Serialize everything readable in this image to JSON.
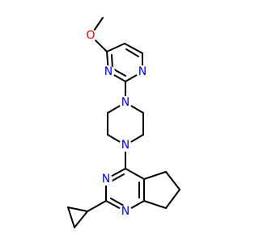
{
  "molecule": {
    "atoms": {
      "o_methoxy": {
        "symbol": "O"
      },
      "n_pym_a": {
        "symbol": "N"
      },
      "n_pym_b": {
        "symbol": "N"
      },
      "n_pip_top": {
        "symbol": "N"
      },
      "n_pip_bottom": {
        "symbol": "N"
      },
      "n_core_a": {
        "symbol": "N"
      },
      "n_core_b": {
        "symbol": "N"
      }
    }
  },
  "colors": {
    "nitrogen": "#0000ff",
    "oxygen": "#ff0000",
    "bond": "#000000",
    "background": "#ffffff"
  }
}
